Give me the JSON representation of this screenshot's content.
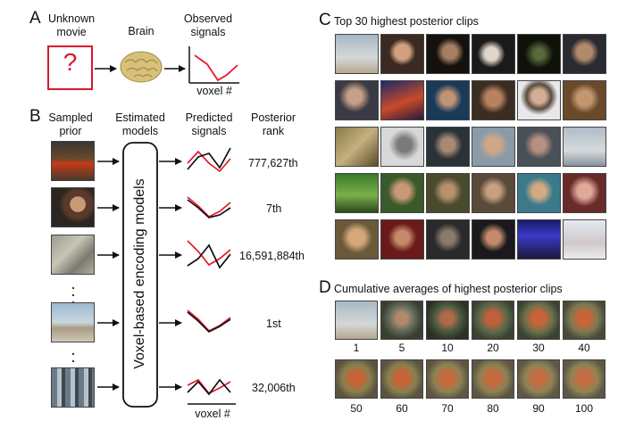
{
  "panel_a": {
    "letter": "A",
    "unknown_movie": [
      "Unknown",
      "movie"
    ],
    "unknown_symbol": "?",
    "brain": "Brain",
    "observed": [
      "Observed",
      "signals"
    ],
    "xaxis": "voxel #"
  },
  "panel_b": {
    "letter": "B",
    "col_prior": [
      "Sampled",
      "prior"
    ],
    "col_models": [
      "Estimated",
      "models"
    ],
    "col_predicted": [
      "Predicted",
      "signals"
    ],
    "col_rank": [
      "Posterior",
      "rank"
    ],
    "model_box": "Voxel-based encoding models",
    "ranks": [
      "777,627th",
      "7th",
      "16,591,884th",
      "1st",
      "32,006th"
    ],
    "xaxis": "voxel #"
  },
  "panel_c": {
    "letter": "C",
    "title": "Top 30 highest posterior clips"
  },
  "panel_d": {
    "letter": "D",
    "title": "Cumulative averages of highest posterior clips",
    "counts_row1": [
      "1",
      "5",
      "10",
      "20",
      "30",
      "40"
    ],
    "counts_row2": [
      "50",
      "60",
      "70",
      "80",
      "90",
      "100"
    ]
  },
  "colors": {
    "observed": "#e8182e",
    "predicted": "#111111",
    "box_red": "#d9182a"
  }
}
